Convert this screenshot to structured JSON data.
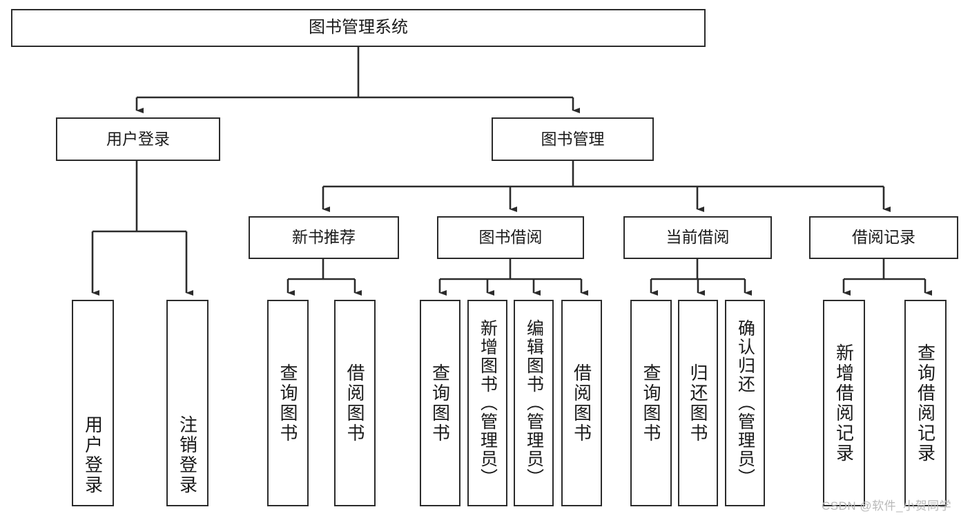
{
  "diagram": {
    "title": "图书管理系统",
    "type": "hierarchy-tree",
    "orientation": "top-down",
    "colors": {
      "box_border": "#2b2b2b",
      "box_fill": "#ffffff",
      "connector": "#2b2b2b",
      "text": "#1a1a1a",
      "watermark": "#b9b9b9"
    },
    "nodes": {
      "root": {
        "label": "图书管理系统"
      },
      "level1": [
        {
          "id": "user-login",
          "label": "用户登录"
        },
        {
          "id": "book-manage",
          "label": "图书管理"
        }
      ],
      "level2": [
        {
          "id": "new-book-recommend",
          "label": "新书推荐"
        },
        {
          "id": "book-borrow",
          "label": "图书借阅"
        },
        {
          "id": "current-borrow",
          "label": "当前借阅"
        },
        {
          "id": "borrow-record",
          "label": "借阅记录"
        }
      ],
      "leaves": {
        "user-login": [
          {
            "id": "leaf-user-login",
            "label": "用户登录"
          },
          {
            "id": "leaf-logout-login",
            "label": "注销登录"
          }
        ],
        "new-book-recommend": [
          {
            "id": "leaf-query-book-1",
            "label": "查询图书"
          },
          {
            "id": "leaf-borrow-book-1",
            "label": "借阅图书"
          }
        ],
        "book-borrow": [
          {
            "id": "leaf-query-book-2",
            "label": "查询图书"
          },
          {
            "id": "leaf-add-book",
            "label": "新增图书（管理员）"
          },
          {
            "id": "leaf-edit-book",
            "label": "编辑图书（管理员）"
          },
          {
            "id": "leaf-borrow-book-2",
            "label": "借阅图书"
          }
        ],
        "current-borrow": [
          {
            "id": "leaf-query-book-3",
            "label": "查询图书"
          },
          {
            "id": "leaf-return-book",
            "label": "归还图书"
          },
          {
            "id": "leaf-confirm-return",
            "label": "确认归还（管理员）"
          }
        ],
        "borrow-record": [
          {
            "id": "leaf-add-record",
            "label": "新增借阅记录"
          },
          {
            "id": "leaf-query-record",
            "label": "查询借阅记录"
          }
        ]
      }
    }
  },
  "watermark": {
    "text": "CSDN @软件_小贺同学"
  }
}
